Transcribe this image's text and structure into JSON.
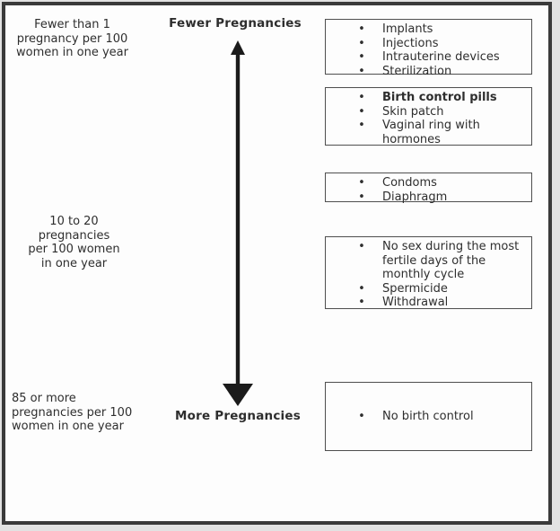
{
  "diagram": {
    "scale": {
      "top_header": "Fewer Pregnancies",
      "bottom_header": "More Pregnancies"
    },
    "annotations": {
      "top": {
        "lines": [
          "Fewer than 1",
          "pregnancy per 100",
          "women in one year"
        ]
      },
      "middle": {
        "lines": [
          "10 to 20",
          "pregnancies",
          "per 100 women",
          "in one year"
        ]
      },
      "bottom": {
        "lines": [
          "85 or more",
          "pregnancies per 100",
          "women in one year"
        ]
      }
    },
    "boxes": [
      {
        "items": [
          "Implants",
          "Injections",
          "Intrauterine devices",
          "Sterilization"
        ]
      },
      {
        "items": [
          "Birth control pills",
          "Skin patch",
          "Vaginal ring with hormones"
        ]
      },
      {
        "items": [
          "Condoms",
          "Diaphragm"
        ]
      },
      {
        "items": [
          "No sex during the most fertile days of the monthly cycle",
          "Spermicide",
          "Withdrawal"
        ]
      },
      {
        "items": [
          "No birth control"
        ]
      }
    ],
    "icons": {
      "bullet": "•",
      "arrow": "double-headed-vertical-arrow"
    },
    "colors": {
      "text": "#2e2e2e",
      "frame_border": "#3a3a3a",
      "box_border": "#4f4f4f",
      "arrow": "#1b1b1b",
      "page_background": "#e2e2e2",
      "panel_background": "#fdfdfd"
    }
  }
}
